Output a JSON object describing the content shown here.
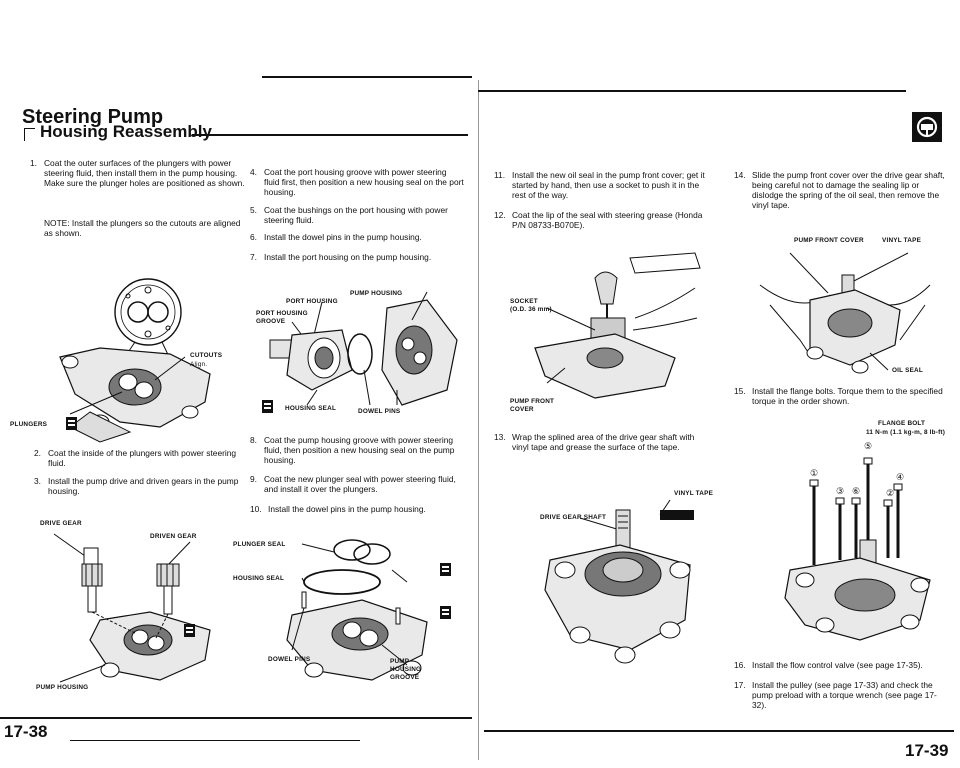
{
  "left_page": {
    "section_title": "Steering Pump",
    "subsection_title": "Housing Reassembly",
    "steps_col1": [
      {
        "num": "1.",
        "text": "Coat the outer surfaces of the plungers with power steering fluid, then install them in the pump housing.\nMake sure the plunger holes are positioned as shown."
      },
      {
        "num": "",
        "text": "NOTE: Install the plungers so the cutouts are aligned as shown."
      },
      {
        "num": "2.",
        "text": "Coat the inside of the plungers with power steering fluid."
      },
      {
        "num": "3.",
        "text": "Install the pump drive and driven gears in the pump housing."
      }
    ],
    "fig1_labels": {
      "cutouts": "CUTOUTS",
      "align": "Align.",
      "plungers": "PLUNGERS"
    },
    "fig2_labels": {
      "drive_gear": "DRIVE GEAR",
      "driven_gear": "DRIVEN GEAR",
      "pump_housing": "PUMP HOUSING"
    },
    "steps_col2": [
      {
        "num": "4.",
        "text": "Coat the port housing groove with power steering fluid first, then position a new housing seal on the port housing."
      },
      {
        "num": "5.",
        "text": "Coat the bushings on the port housing with power steering fluid."
      },
      {
        "num": "6.",
        "text": "Install the dowel pins in the pump housing."
      },
      {
        "num": "7.",
        "text": "Install the port housing on the pump housing."
      }
    ],
    "fig3_labels": {
      "pump_housing": "PUMP HOUSING",
      "port_housing": "PORT HOUSING",
      "port_housing_groove": "PORT HOUSING GROOVE",
      "housing_seal": "HOUSING SEAL",
      "dowel_pins": "DOWEL PINS"
    },
    "steps_col2b": [
      {
        "num": "8.",
        "text": "Coat the pump housing groove with power steering fluid, then position a new housing seal on the pump housing."
      },
      {
        "num": "9.",
        "text": "Coat the new plunger seal with power steering fluid, and install it over the plungers."
      },
      {
        "num": "10.",
        "text": "Install the dowel pins in the pump housing."
      }
    ],
    "fig4_labels": {
      "plunger_seal": "PLUNGER SEAL",
      "housing_seal": "HOUSING SEAL",
      "dowel_pins": "DOWEL PINS",
      "pump_housing_groove": "PUMP HOUSING GROOVE"
    },
    "page_number": "17-38"
  },
  "right_page": {
    "steps_col1": [
      {
        "num": "11.",
        "text": "Install the new oil seal in the pump front cover; get it started by hand, then use a socket to push it in the rest of the way."
      },
      {
        "num": "12.",
        "text": "Coat the lip of the seal with steering grease (Honda P/N 08733-B070E)."
      }
    ],
    "fig5_labels": {
      "socket": "SOCKET",
      "socket_size": "(O.D. 36 mm)",
      "pump_front_cover": "PUMP FRONT COVER"
    },
    "steps_col1b": [
      {
        "num": "13.",
        "text": "Wrap the splined area of the drive gear shaft with vinyl tape and grease the surface of the tape."
      }
    ],
    "fig6_labels": {
      "vinyl_tape": "VINYL TAPE",
      "drive_gear_shaft": "DRIVE GEAR SHAFT"
    },
    "steps_col2": [
      {
        "num": "14.",
        "text": "Slide the pump front cover over the drive gear shaft, being careful not to damage the sealing lip or dislodge the spring of the oil seal, then remove the vinyl tape."
      }
    ],
    "fig7_labels": {
      "pump_front_cover": "PUMP FRONT COVER",
      "vinyl_tape": "VINYL TAPE",
      "oil_seal": "OIL SEAL"
    },
    "steps_col2b": [
      {
        "num": "15.",
        "text": "Install the flange bolts. Torque them to the specified torque in the order shown."
      }
    ],
    "fig8_labels": {
      "flange_bolt": "FLANGE BOLT",
      "torque": "11 N-m (1.1 kg-m, 8 lb-ft)",
      "n1": "①",
      "n2": "②",
      "n3": "③",
      "n4": "④",
      "n5": "⑤",
      "n6": "⑥"
    },
    "steps_col2c": [
      {
        "num": "16.",
        "text": "Install the flow control valve (see page 17-35)."
      },
      {
        "num": "17.",
        "text": "Install the pulley (see page 17-33) and check the pump preload with a torque wrench (see page 17-32)."
      }
    ],
    "page_number": "17-39"
  }
}
